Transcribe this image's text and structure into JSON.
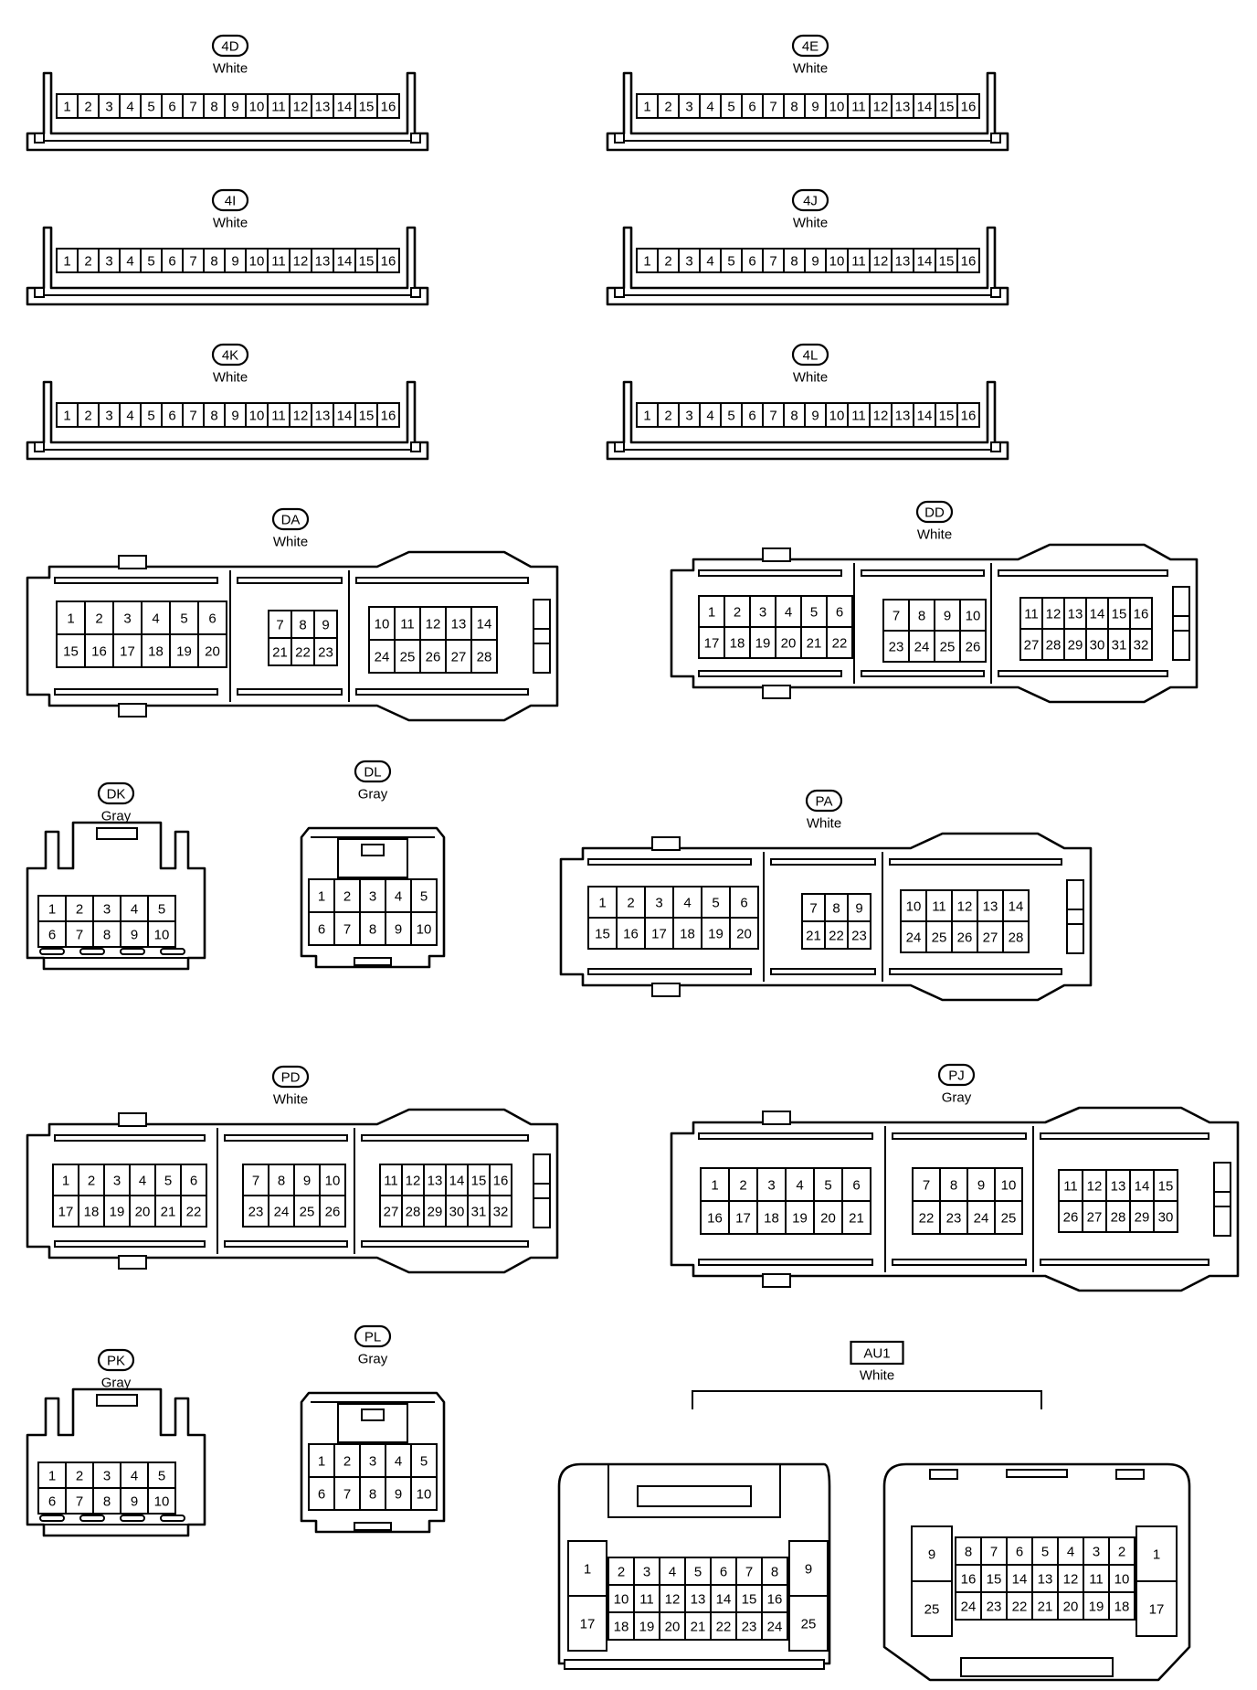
{
  "connectors": [
    {
      "id": "4D",
      "color": "White",
      "type": "strip",
      "pins": [
        "1",
        "2",
        "3",
        "4",
        "5",
        "6",
        "7",
        "8",
        "9",
        "10",
        "11",
        "12",
        "13",
        "14",
        "15",
        "16"
      ]
    },
    {
      "id": "4E",
      "color": "White",
      "type": "strip",
      "pins": [
        "1",
        "2",
        "3",
        "4",
        "5",
        "6",
        "7",
        "8",
        "9",
        "10",
        "11",
        "12",
        "13",
        "14",
        "15",
        "16"
      ]
    },
    {
      "id": "4I",
      "color": "White",
      "type": "strip",
      "pins": [
        "1",
        "2",
        "3",
        "4",
        "5",
        "6",
        "7",
        "8",
        "9",
        "10",
        "11",
        "12",
        "13",
        "14",
        "15",
        "16"
      ]
    },
    {
      "id": "4J",
      "color": "White",
      "type": "strip",
      "pins": [
        "1",
        "2",
        "3",
        "4",
        "5",
        "6",
        "7",
        "8",
        "9",
        "10",
        "11",
        "12",
        "13",
        "14",
        "15",
        "16"
      ]
    },
    {
      "id": "4K",
      "color": "White",
      "type": "strip",
      "pins": [
        "1",
        "2",
        "3",
        "4",
        "5",
        "6",
        "7",
        "8",
        "9",
        "10",
        "11",
        "12",
        "13",
        "14",
        "15",
        "16"
      ]
    },
    {
      "id": "4L",
      "color": "White",
      "type": "strip",
      "pins": [
        "1",
        "2",
        "3",
        "4",
        "5",
        "6",
        "7",
        "8",
        "9",
        "10",
        "11",
        "12",
        "13",
        "14",
        "15",
        "16"
      ]
    },
    {
      "id": "DA",
      "color": "White",
      "type": "large28",
      "groups": [
        {
          "rows": [
            [
              "1",
              "2",
              "3",
              "4",
              "5",
              "6"
            ],
            [
              "15",
              "16",
              "17",
              "18",
              "19",
              "20"
            ]
          ]
        },
        {
          "rows": [
            [
              "7",
              "8",
              "9"
            ],
            [
              "21",
              "22",
              "23"
            ]
          ]
        },
        {
          "rows": [
            [
              "10",
              "11",
              "12",
              "13",
              "14"
            ],
            [
              "24",
              "25",
              "26",
              "27",
              "28"
            ]
          ]
        }
      ]
    },
    {
      "id": "DD",
      "color": "White",
      "type": "large32",
      "groups": [
        {
          "rows": [
            [
              "1",
              "2",
              "3",
              "4",
              "5",
              "6"
            ],
            [
              "17",
              "18",
              "19",
              "20",
              "21",
              "22"
            ]
          ]
        },
        {
          "rows": [
            [
              "7",
              "8",
              "9",
              "10"
            ],
            [
              "23",
              "24",
              "25",
              "26"
            ]
          ]
        },
        {
          "rows": [
            [
              "11",
              "12",
              "13",
              "14",
              "15",
              "16"
            ],
            [
              "27",
              "28",
              "29",
              "30",
              "31",
              "32"
            ]
          ]
        }
      ]
    },
    {
      "id": "DK",
      "color": "Gray",
      "type": "small10",
      "rows": [
        [
          "1",
          "2",
          "3",
          "4",
          "5"
        ],
        [
          "6",
          "7",
          "8",
          "9",
          "10"
        ]
      ]
    },
    {
      "id": "DL",
      "color": "Gray",
      "type": "square10",
      "rows": [
        [
          "1",
          "2",
          "3",
          "4",
          "5"
        ],
        [
          "6",
          "7",
          "8",
          "9",
          "10"
        ]
      ]
    },
    {
      "id": "PA",
      "color": "White",
      "type": "large28",
      "groups": [
        {
          "rows": [
            [
              "1",
              "2",
              "3",
              "4",
              "5",
              "6"
            ],
            [
              "15",
              "16",
              "17",
              "18",
              "19",
              "20"
            ]
          ]
        },
        {
          "rows": [
            [
              "7",
              "8",
              "9"
            ],
            [
              "21",
              "22",
              "23"
            ]
          ]
        },
        {
          "rows": [
            [
              "10",
              "11",
              "12",
              "13",
              "14"
            ],
            [
              "24",
              "25",
              "26",
              "27",
              "28"
            ]
          ]
        }
      ]
    },
    {
      "id": "PD",
      "color": "White",
      "type": "large32",
      "groups": [
        {
          "rows": [
            [
              "1",
              "2",
              "3",
              "4",
              "5",
              "6"
            ],
            [
              "17",
              "18",
              "19",
              "20",
              "21",
              "22"
            ]
          ]
        },
        {
          "rows": [
            [
              "7",
              "8",
              "9",
              "10"
            ],
            [
              "23",
              "24",
              "25",
              "26"
            ]
          ]
        },
        {
          "rows": [
            [
              "11",
              "12",
              "13",
              "14",
              "15",
              "16"
            ],
            [
              "27",
              "28",
              "29",
              "30",
              "31",
              "32"
            ]
          ]
        }
      ]
    },
    {
      "id": "PJ",
      "color": "Gray",
      "type": "large30",
      "groups": [
        {
          "rows": [
            [
              "1",
              "2",
              "3",
              "4",
              "5",
              "6"
            ],
            [
              "16",
              "17",
              "18",
              "19",
              "20",
              "21"
            ]
          ]
        },
        {
          "rows": [
            [
              "7",
              "8",
              "9",
              "10"
            ],
            [
              "22",
              "23",
              "24",
              "25"
            ]
          ]
        },
        {
          "rows": [
            [
              "11",
              "12",
              "13",
              "14",
              "15"
            ],
            [
              "26",
              "27",
              "28",
              "29",
              "30"
            ]
          ]
        }
      ]
    },
    {
      "id": "PK",
      "color": "Gray",
      "type": "small10",
      "rows": [
        [
          "1",
          "2",
          "3",
          "4",
          "5"
        ],
        [
          "6",
          "7",
          "8",
          "9",
          "10"
        ]
      ]
    },
    {
      "id": "PL",
      "color": "Gray",
      "type": "square10",
      "rows": [
        [
          "1",
          "2",
          "3",
          "4",
          "5"
        ],
        [
          "6",
          "7",
          "8",
          "9",
          "10"
        ]
      ]
    },
    {
      "id": "AU1",
      "color": "White",
      "type": "au1",
      "left": {
        "rows": [
          [
            "2",
            "3",
            "4",
            "5",
            "6",
            "7",
            "8"
          ],
          [
            "10",
            "11",
            "12",
            "13",
            "14",
            "15",
            "16"
          ],
          [
            "18",
            "19",
            "20",
            "21",
            "22",
            "23",
            "24"
          ]
        ],
        "side_left": [
          "1",
          "17"
        ],
        "side_right": [
          "9",
          "25"
        ]
      },
      "right": {
        "rows": [
          [
            "8",
            "7",
            "6",
            "5",
            "4",
            "3",
            "2"
          ],
          [
            "16",
            "15",
            "14",
            "13",
            "12",
            "11",
            "10"
          ],
          [
            "24",
            "23",
            "22",
            "21",
            "20",
            "19",
            "18"
          ]
        ],
        "side_left": [
          "9",
          "25"
        ],
        "side_right": [
          "1",
          "17"
        ]
      }
    }
  ]
}
